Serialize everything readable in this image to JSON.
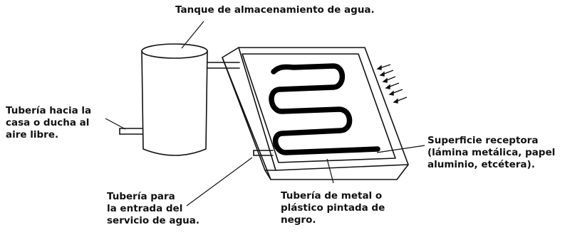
{
  "diagram": {
    "labels": {
      "tank": [
        "Tanque de almacenamiento de agua."
      ],
      "house_pipe": [
        "Tubería hacia la",
        "casa o ducha al",
        "aire libre."
      ],
      "inlet_pipe": [
        "Tubería para",
        "la entrada del",
        "servicio de agua."
      ],
      "metal_pipe": [
        "Tubería de metal o",
        "plástico pintada de",
        "negro."
      ],
      "receptor": [
        "Superficie receptora",
        "(lámina metálica, papel",
        "aluminio, etcétera)."
      ]
    },
    "colors": {
      "ink": "#111111",
      "pipe": "#000000",
      "paper": "#ffffff"
    },
    "icons": [
      "sun-ray-arrows-icon"
    ]
  }
}
